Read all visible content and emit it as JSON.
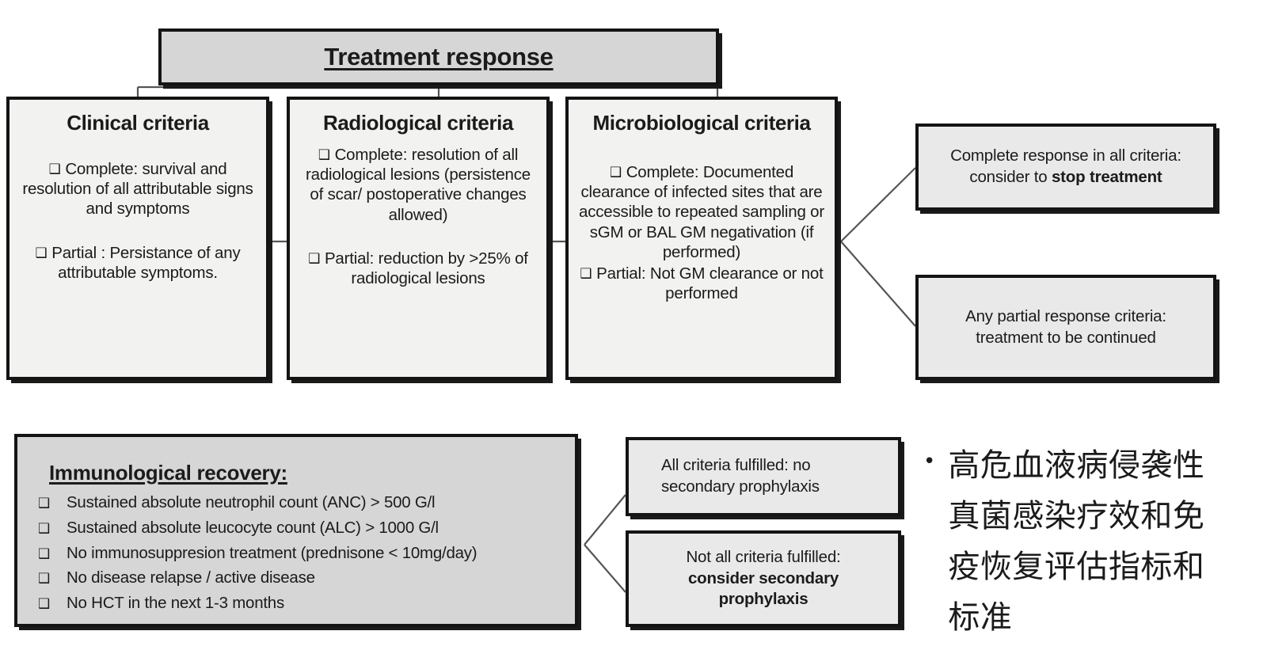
{
  "diagram": {
    "title": "Treatment response",
    "colors": {
      "header_fill": "#d6d6d6",
      "criteria_fill": "#f2f2f0",
      "outcome_fill": "#e9e9e9",
      "border": "#141414",
      "connector": "#555555"
    },
    "checkbox_glyph": "❑",
    "bullet_glyph": "•"
  },
  "criteria": {
    "clinical": {
      "heading": "Clinical criteria",
      "complete": "Complete: survival and resolution of all attributable signs and symptoms",
      "partial": "Partial : Persistance of any attributable symptoms."
    },
    "radiological": {
      "heading": "Radiological criteria",
      "complete": "Complete: resolution of all radiological lesions (persistence of scar/ postoperative changes allowed)",
      "partial": "Partial: reduction by >25% of radiological lesions"
    },
    "microbiological": {
      "heading": "Microbiological criteria",
      "complete": "Complete: Documented clearance of infected sites that are accessible to repeated sampling or sGM or BAL GM negativation (if performed)",
      "partial": "Partial: Not GM clearance or not performed"
    }
  },
  "outcomes": {
    "stop_treatment": {
      "line1": "Complete response in all criteria:",
      "line2_prefix": "consider to ",
      "line2_bold": "stop treatment"
    },
    "continue_treatment": {
      "line1": "Any partial response criteria:",
      "line2": "treatment to be continued"
    }
  },
  "immunological": {
    "title": "Immunological recovery:",
    "items": [
      "Sustained absolute neutrophil count (ANC) > 500 G/l",
      "Sustained absolute leucocyte count (ALC)  > 1000 G/l",
      "No immunosuppresion treatment (prednisone < 10mg/day)",
      "No disease relapse / active disease",
      "No HCT in the next 1-3 months"
    ]
  },
  "prophylaxis": {
    "none": {
      "line1": "All criteria fulfilled: no",
      "line2": "secondary prophylaxis"
    },
    "consider": {
      "line1": "Not all criteria fulfilled:",
      "line2_bold": "consider  secondary",
      "line3_bold": "prophylaxis"
    }
  },
  "caption_cn": {
    "bullet": "•",
    "text": "高危血液病侵袭性真菌感染疗效和免疫恢复评估指标和标准"
  }
}
